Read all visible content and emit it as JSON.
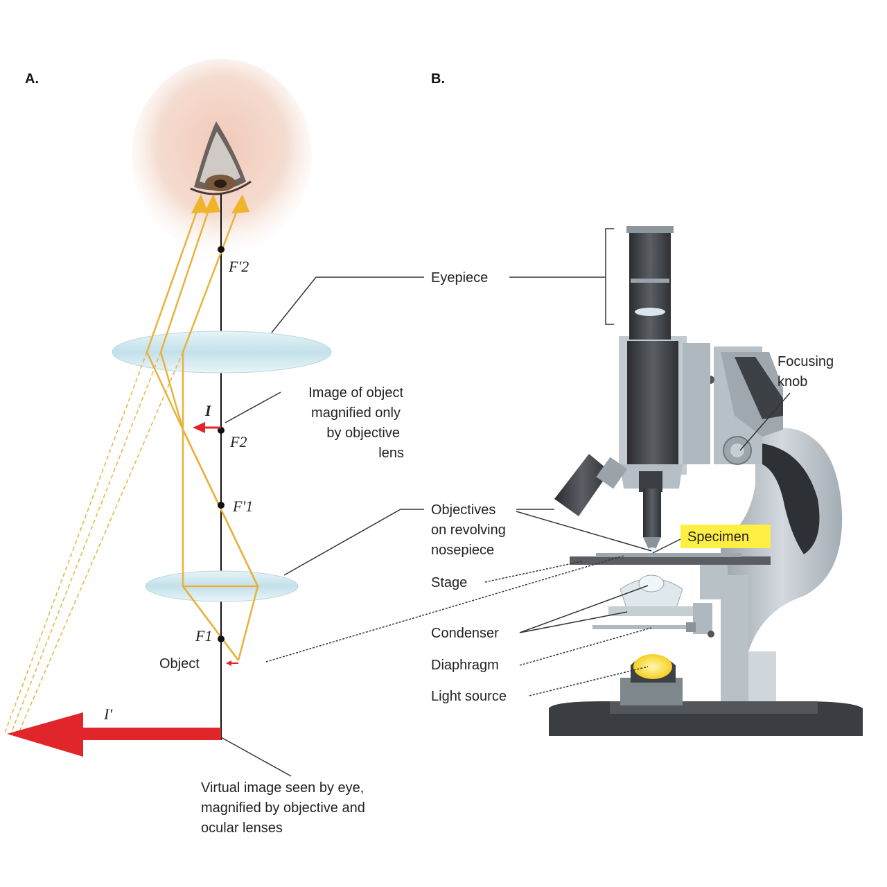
{
  "panels": {
    "a": "A.",
    "b": "B."
  },
  "optics": {
    "f2_prime": "F′2",
    "f2": "F2",
    "f1_prime": "F′1",
    "f1": "F1",
    "image_i": "I",
    "image_i_prime": "I′",
    "object": "Object",
    "image_note": [
      "Image of object",
      "magnified only",
      "by objective",
      "lens"
    ],
    "virtual_note": [
      "Virtual image seen by eye,",
      "magnified by objective and",
      "ocular lenses"
    ]
  },
  "microscope": {
    "eyepiece": "Eyepiece",
    "focusing_knob": [
      "Focusing",
      "knob"
    ],
    "objectives": [
      "Objectives",
      "on revolving",
      "nosepiece"
    ],
    "specimen": "Specimen",
    "stage": "Stage",
    "condenser": "Condenser",
    "diaphragm": "Diaphragm",
    "light_source": "Light source"
  },
  "colors": {
    "ray": "#e8b23a",
    "arrow": "#e0252b",
    "lens": "#cfe7ef",
    "metal": "#b8c1c8",
    "dark_metal": "#3d4044",
    "highlight": "#ffee44"
  }
}
